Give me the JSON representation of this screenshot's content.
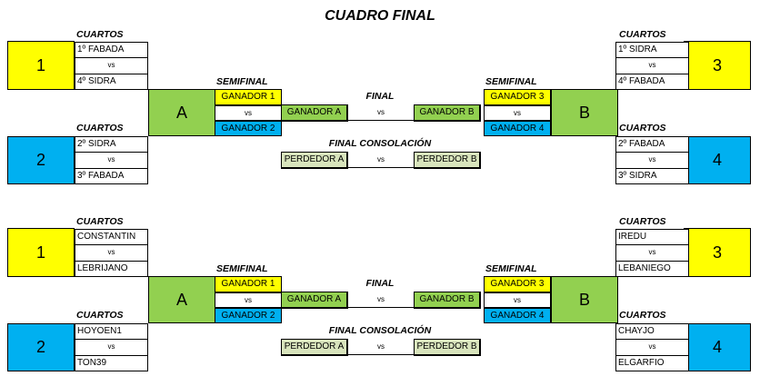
{
  "title": "CUADRO FINAL",
  "labels": {
    "cuartos": "CUARTOS",
    "semifinal": "SEMIFINAL",
    "final": "FINAL",
    "consolacion": "FINAL CONSOLACIÓN",
    "vs": "vs"
  },
  "colors": {
    "yellow": "#ffff00",
    "blue": "#00b0f0",
    "green": "#92d050",
    "light_green": "#d8e4bc"
  },
  "brackets": [
    {
      "seeds": {
        "s1": "1",
        "s2": "2",
        "s3": "3",
        "s4": "4"
      },
      "matches": {
        "m1": {
          "top": "1º FABADA",
          "bottom": "4º SIDRA"
        },
        "m2": {
          "top": "2º SIDRA",
          "bottom": "3º FABADA"
        },
        "m3": {
          "top": "1º SIDRA",
          "bottom": "4º FABADA"
        },
        "m4": {
          "top": "2º FABADA",
          "bottom": "3º SIDRA"
        }
      },
      "semis": {
        "a": {
          "name": "A",
          "top": "GANADOR 1",
          "bottom": "GANADOR 2"
        },
        "b": {
          "name": "B",
          "top": "GANADOR 3",
          "bottom": "GANADOR 4"
        }
      },
      "final": {
        "left": "GANADOR A",
        "right": "GANADOR B"
      },
      "consolation": {
        "left": "PERDEDOR A",
        "right": "PERDEDOR B"
      }
    },
    {
      "seeds": {
        "s1": "1",
        "s2": "2",
        "s3": "3",
        "s4": "4"
      },
      "matches": {
        "m1": {
          "top": "CONSTANTIN",
          "bottom": "LEBRIJANO"
        },
        "m2": {
          "top": "HOYOEN1",
          "bottom": "TON39"
        },
        "m3": {
          "top": "IREDU",
          "bottom": "LEBANIEGO"
        },
        "m4": {
          "top": "CHAYJO",
          "bottom": "ELGARFIO"
        }
      },
      "semis": {
        "a": {
          "name": "A",
          "top": "GANADOR 1",
          "bottom": "GANADOR 2"
        },
        "b": {
          "name": "B",
          "top": "GANADOR 3",
          "bottom": "GANADOR 4"
        }
      },
      "final": {
        "left": "GANADOR A",
        "right": "GANADOR B"
      },
      "consolation": {
        "left": "PERDEDOR A",
        "right": "PERDEDOR B"
      }
    }
  ]
}
